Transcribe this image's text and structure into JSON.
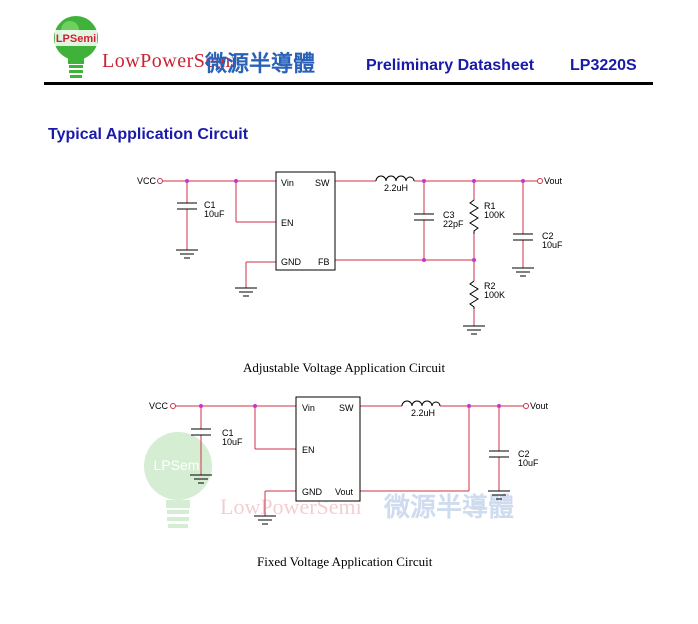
{
  "header": {
    "brand": "LowPowerSemi",
    "brand_cjk": "微源半導體",
    "logo_text": "LPSemi",
    "doc_title": "Preliminary Datasheet",
    "part_number": "LP3220S"
  },
  "section_title": "Typical Application Circuit",
  "circuit1": {
    "caption": "Adjustable Voltage Application Circuit",
    "vcc": "VCC",
    "vout": "Vout",
    "ic_pins": {
      "vin": "Vin",
      "sw": "SW",
      "en": "EN",
      "gnd": "GND",
      "fb": "FB"
    },
    "inductor": "2.2uH",
    "c1": {
      "name": "C1",
      "value": "10uF"
    },
    "c3": {
      "name": "C3",
      "value": "22pF"
    },
    "r1": {
      "name": "R1",
      "value": "100K"
    },
    "c2": {
      "name": "C2",
      "value": "10uF"
    },
    "r2": {
      "name": "R2",
      "value": "100K"
    }
  },
  "circuit2": {
    "caption": "Fixed Voltage Application Circuit",
    "vcc": "VCC",
    "vout": "Vout",
    "ic_pins": {
      "vin": "Vin",
      "sw": "SW",
      "en": "EN",
      "gnd": "GND",
      "out": "Vout"
    },
    "inductor": "2.2uH",
    "c1": {
      "name": "C1",
      "value": "10uF"
    },
    "c2": {
      "name": "C2",
      "value": "10uF"
    }
  },
  "colors": {
    "wire": "#cc3344",
    "node": "#cc33cc",
    "title_blue": "#1a1aa8",
    "brand_red": "#cc2233",
    "cjk_blue": "#2a61b8"
  }
}
